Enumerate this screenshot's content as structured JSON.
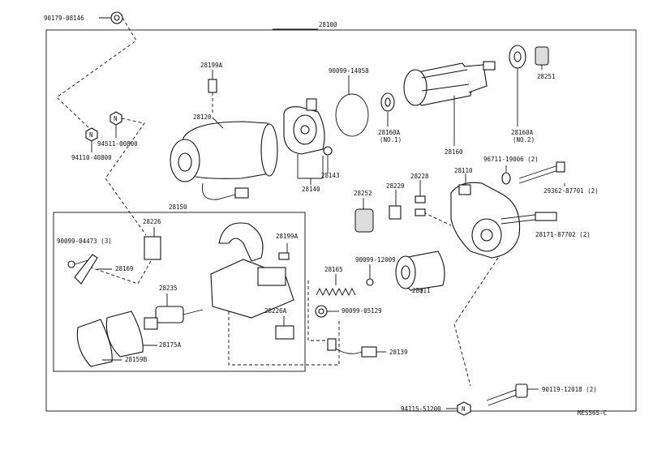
{
  "labels": {
    "l_90179_08146": "90179-08146",
    "l_28100": "28100",
    "l_28199a_top": "28199A",
    "l_90099_14058": "90099-14058",
    "l_28251": "28251",
    "l_28120": "28120",
    "l_94511_00800": "94511-00800",
    "l_94110_40800": "94110-40800",
    "l_28160a_1": "28160A",
    "l_no1": "(NO.1)",
    "l_28160a_2": "28160A",
    "l_no2": "(NO.2)",
    "l_28160": "28160",
    "l_28143": "28143",
    "l_28140": "28140",
    "l_96711_19006": "96711-19006 (2)",
    "l_28110": "28110",
    "l_29362_87701": "29362-87701 (2)",
    "l_28252": "28252",
    "l_28229": "28229",
    "l_28228": "28228",
    "l_28171_87702": "28171-87702 (2)",
    "l_28150": "28150",
    "l_28226": "28226",
    "l_28199a_mid": "28199A",
    "l_90099_04473": "90099-04473 (3)",
    "l_28169": "28169",
    "l_90099_12009": "90099-12009",
    "l_28165": "28165",
    "l_28011": "28011",
    "l_28235": "28235",
    "l_28226a": "28226A",
    "l_90099_05129": "90099-05129",
    "l_28175a": "28175A",
    "l_28159b": "28159B",
    "l_28139": "28139",
    "l_90119_12018": "90119-12018 (2)",
    "l_94115_51200": "94115-51200",
    "l_mes565c": "MES565-C"
  },
  "symbols": {
    "n_mark": "N"
  }
}
